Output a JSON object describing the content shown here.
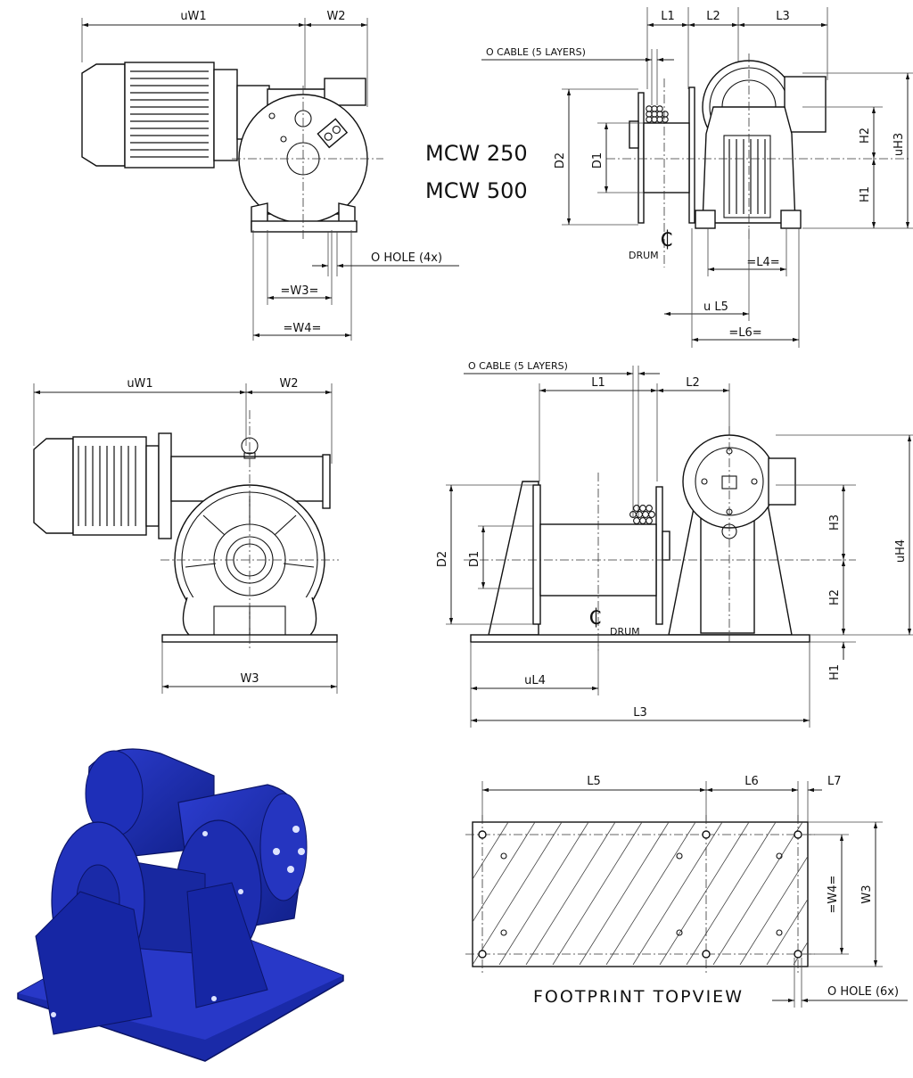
{
  "models": [
    "MCW 250",
    "MCW 500"
  ],
  "view1_side": {
    "dims": {
      "w1": "uW1",
      "w2": "W2",
      "w3": "=W3=",
      "w4": "=W4="
    },
    "hole_note": "O HOLE (4x)"
  },
  "view1_front": {
    "cable_note": "O CABLE (5 LAYERS)",
    "dims": {
      "l1": "L1",
      "l2": "L2",
      "l3": "L3",
      "l4": "=L4=",
      "l5": "u L5",
      "l6": "=L6=",
      "d1": "D1",
      "d2": "D2",
      "h1": "H1",
      "h2": "H2",
      "h3": "uH3"
    },
    "drum_label": "DRUM",
    "cl_symbol": "₵"
  },
  "view2_side": {
    "dims": {
      "w1": "uW1",
      "w2": "W2",
      "w3": "W3"
    }
  },
  "view2_front": {
    "cable_note": "O CABLE (5 LAYERS)",
    "dims": {
      "l1": "L1",
      "l2": "L2",
      "l3": "L3",
      "l4": "uL4",
      "d1": "D1",
      "d2": "D2",
      "h1": "H1",
      "h2": "H2",
      "h3": "H3",
      "h4": "uH4"
    },
    "drum_label": "DRUM",
    "cl_symbol": "₵"
  },
  "footprint": {
    "title": "FOOTPRINT TOPVIEW",
    "dims": {
      "l5": "L5",
      "l6": "L6",
      "l7": "L7",
      "w3": "W3",
      "w4": "=W4="
    },
    "hole_note": "O HOLE (6x)"
  },
  "render_color": "#1a2aa8"
}
